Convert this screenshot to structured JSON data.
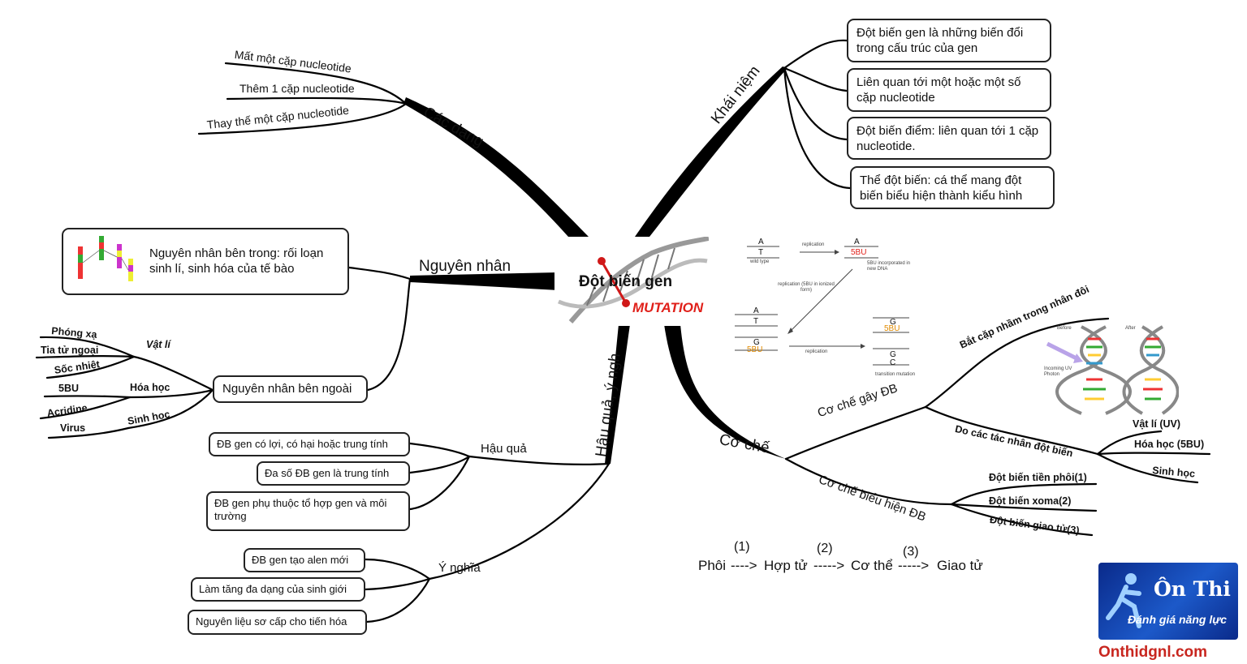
{
  "center": {
    "title": "Đột biến gen",
    "badge": "MUTATION"
  },
  "branches": {
    "khai_niem": {
      "label": "Khái niệm",
      "items": [
        "Đột biến gen là những biến đổi trong cấu trúc của gen",
        "Liên quan tới một hoặc một số cặp nucleotide",
        "Đột biến điểm: liên quan tới 1 cặp nucleotide.",
        "Thể đột biến: cá thể mang đột biến biểu hiện thành kiểu hình"
      ]
    },
    "cac_dang": {
      "label": "Các dạng",
      "items": [
        "Mất một cặp nucleotide",
        "Thêm 1 cặp nucleotide",
        "Thay thế một cặp nucleotide"
      ]
    },
    "nguyen_nhan": {
      "label": "Nguyên nhân",
      "ben_trong": "Nguyên nhân bên trong: rối loạn sinh lí, sinh hóa của tế bào",
      "ben_ngoai": "Nguyên nhân bên ngoài",
      "groups": [
        {
          "label": "Vật lí",
          "items": [
            "Phóng xạ",
            "Tia tử ngoại",
            "Sốc nhiệt"
          ]
        },
        {
          "label": "Hóa học",
          "items": [
            "5BU",
            "Acridine"
          ]
        },
        {
          "label": "Sinh học",
          "items": [
            "Virus"
          ]
        }
      ]
    },
    "hau_qua_y_nghia": {
      "label": "Hậu quả, ý ngh",
      "hau_qua": {
        "label": "Hậu quả",
        "items": [
          "ĐB gen có lợi, có hại hoặc trung tính",
          "Đa số ĐB gen là trung tính",
          "ĐB gen phụ thuộc tổ hợp gen và môi trường"
        ]
      },
      "y_nghia": {
        "label": "Ý nghĩa",
        "items": [
          "ĐB gen tạo alen mới",
          "Làm tăng đa dạng của sinh giới",
          "Nguyên liệu sơ cấp cho tiến hóa"
        ]
      }
    },
    "co_che": {
      "label": "Cơ chế",
      "gay_db": {
        "label": "Cơ chế gây ĐB",
        "bat_cap": "Bắt cặp nhầm trong nhân đôi",
        "tac_nhan": "Do các tác nhân đột biến",
        "tac_nhan_items": [
          "Vật lí (UV)",
          "Hóa học (5BU)",
          "Sinh học"
        ]
      },
      "bieu_hien": {
        "label": "Cơ chế biểu hiện ĐB",
        "items": [
          "Đột biến tiền phôi(1)",
          "Đột biến xoma(2)",
          "Đột biến giao tử(3)"
        ]
      }
    }
  },
  "flow": {
    "steps": [
      "Phôi",
      "Hợp tử",
      "Cơ thể",
      "Giao tử"
    ],
    "arrows": [
      "---->",
      "----->",
      "----->"
    ],
    "numbers": [
      "(1)",
      "(2)",
      "(3)"
    ]
  },
  "replication_figure": {
    "wild_type": "wild type",
    "replication": "replication",
    "incorporated": "5BU incorporated in new DNA",
    "ionized": "replication (5BU in ionized form)",
    "transition": "transition mutation",
    "bases_top": [
      "A",
      "T"
    ],
    "bu": "5BU",
    "g": "G",
    "c": "C"
  },
  "uv_figure": {
    "before": "Before",
    "after": "After",
    "incoming": "Incoming UV Photon"
  },
  "logo": {
    "line1": "Ôn Thi",
    "line2": "Đánh giá năng lực",
    "site": "Onthidgnl.com"
  },
  "colors": {
    "accent_red": "#e0201a",
    "site_red": "#c8261f",
    "logo_blue": "#1c59c9",
    "bu_orange": "#e08a00"
  }
}
